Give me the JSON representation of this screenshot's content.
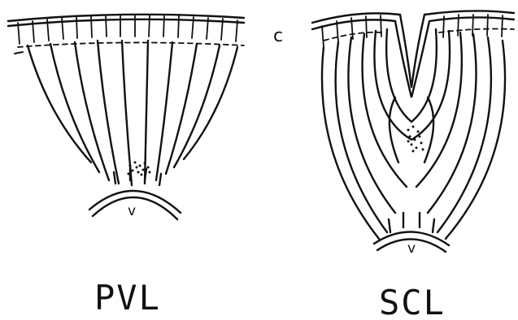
{
  "labels": {
    "cortex": "c",
    "ventricle_left": "v",
    "ventricle_right": "v",
    "panel_left": "PVL",
    "panel_right": "SCL"
  },
  "colors": {
    "ink": "#111111",
    "background": "#ffffff"
  }
}
